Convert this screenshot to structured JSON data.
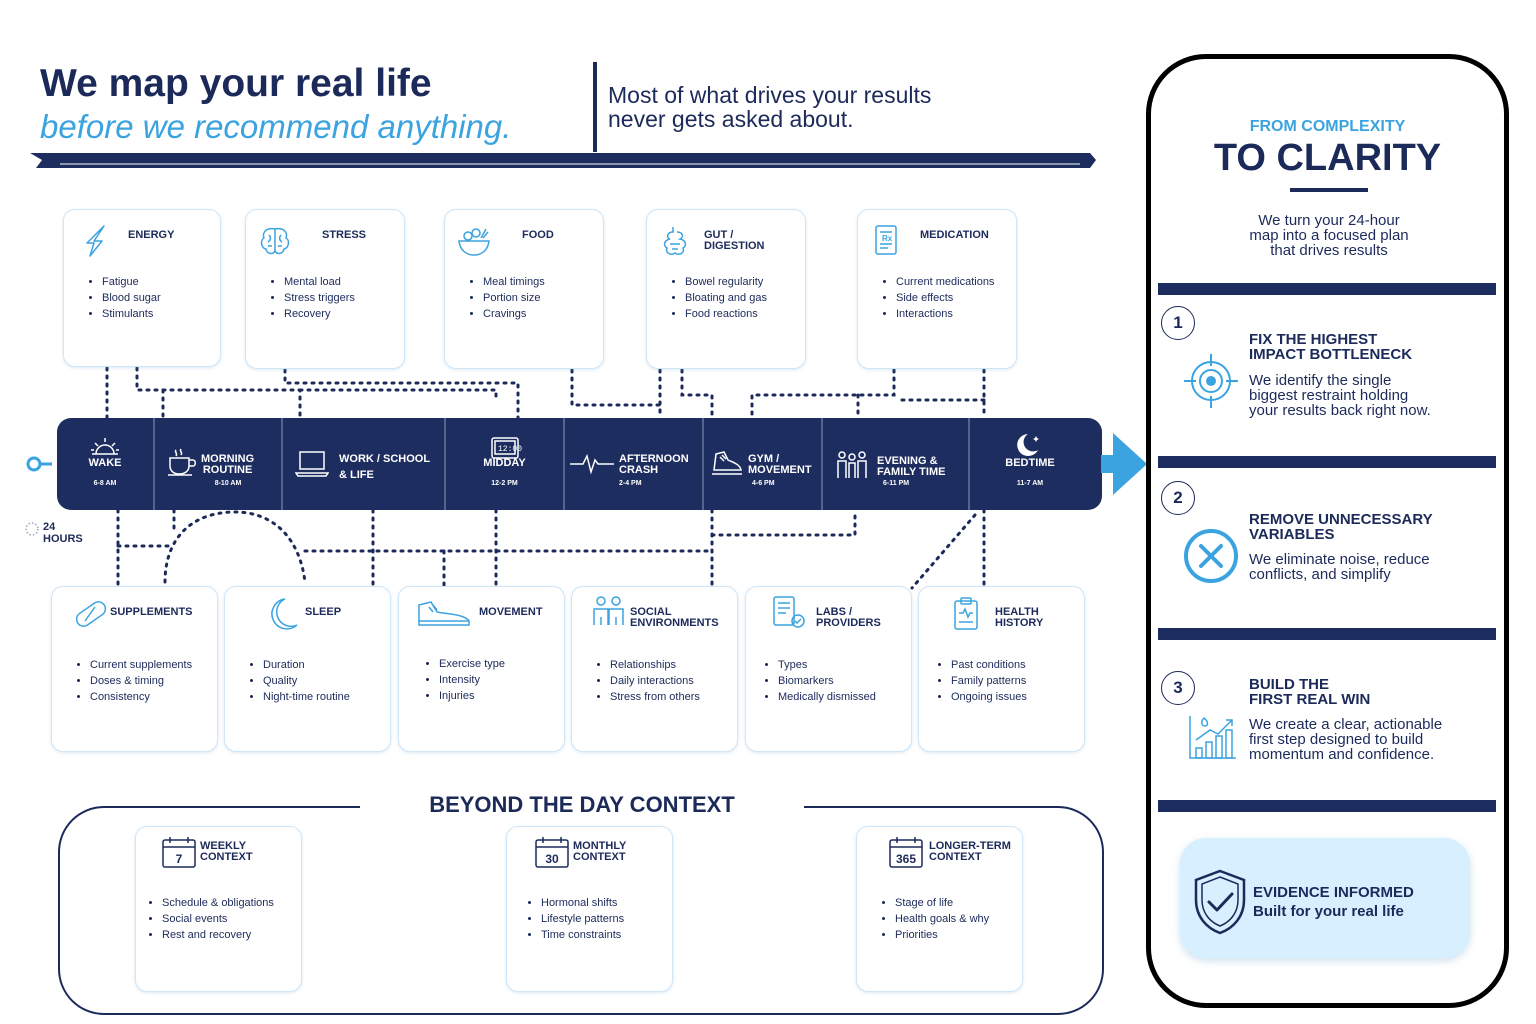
{
  "header": {
    "title": "We map your real life",
    "subtitle": "before we recommend anything.",
    "tagline_line1": "Most of what drives your results",
    "tagline_line2": "never gets asked about."
  },
  "top_cards": [
    {
      "title_line1": "ENERGY",
      "title_line2": "",
      "icon": "lightning-icon",
      "items": [
        "Fatigue",
        "Blood sugar",
        "Stimulants"
      ]
    },
    {
      "title_line1": "STRESS",
      "title_line2": "",
      "icon": "brain-icon",
      "items": [
        "Mental load",
        "Stress triggers",
        "Recovery"
      ]
    },
    {
      "title_line1": "FOOD",
      "title_line2": "",
      "icon": "food-bowl-icon",
      "items": [
        "Meal timings",
        "Portion size",
        "Cravings"
      ]
    },
    {
      "title_line1": "GUT /",
      "title_line2": "DIGESTION",
      "icon": "gut-icon",
      "items": [
        "Bowel regularity",
        "Bloating and gas",
        "Food reactions"
      ]
    },
    {
      "title_line1": "MEDICATION",
      "title_line2": "",
      "icon": "prescription-icon",
      "items": [
        "Current medications",
        "Side effects",
        "Interactions"
      ]
    }
  ],
  "timeline": {
    "segments": [
      {
        "label_line1": "WAKE",
        "label_line2": "",
        "time": "6-8 AM",
        "icon": "sunrise-icon"
      },
      {
        "label_line1": "MORNING",
        "label_line2": "ROUTINE",
        "time": "8-10 AM",
        "icon": "coffee-cup-icon"
      },
      {
        "label_line1": "WORK / SCHOOL",
        "label_line2": "& LIFE",
        "time": "",
        "icon": "laptop-icon"
      },
      {
        "label_line1": "MIDDAY",
        "label_line2": "",
        "time": "12-2 PM",
        "icon": "digital-clock-icon"
      },
      {
        "label_line1": "AFTERNOON",
        "label_line2": "CRASH",
        "time": "2-4 PM",
        "icon": "heartbeat-icon"
      },
      {
        "label_line1": "GYM /",
        "label_line2": "MOVEMENT",
        "time": "4-6 PM",
        "icon": "running-shoe-icon"
      },
      {
        "label_line1": "EVENING &",
        "label_line2": "FAMILY TIME",
        "time": "6-11 PM",
        "icon": "family-icon"
      },
      {
        "label_line1": "BEDTIME",
        "label_line2": "",
        "time": "11-7 AM",
        "icon": "moon-stars-icon"
      }
    ],
    "hours_line1": "24",
    "hours_line2": "HOURS"
  },
  "bottom_cards": [
    {
      "title_line1": "SUPPLEMENTS",
      "title_line2": "",
      "icon": "capsule-icon",
      "items": [
        "Current supplements",
        "Doses & timing",
        "Consistency"
      ]
    },
    {
      "title_line1": "SLEEP",
      "title_line2": "",
      "icon": "crescent-moon-icon",
      "items": [
        "Duration",
        "Quality",
        "Night-time routine"
      ]
    },
    {
      "title_line1": "MOVEMENT",
      "title_line2": "",
      "icon": "sneaker-icon",
      "items": [
        "Exercise type",
        "Intensity",
        "Injuries"
      ]
    },
    {
      "title_line1": "SOCIAL",
      "title_line2": "ENVIRONMENTS",
      "icon": "people-icon",
      "items": [
        "Relationships",
        "Daily interactions",
        "Stress from others"
      ]
    },
    {
      "title_line1": "LABS /",
      "title_line2": "PROVIDERS",
      "icon": "lab-report-icon",
      "items": [
        "Types",
        "Biomarkers",
        "Medically dismissed"
      ]
    },
    {
      "title_line1": "HEALTH",
      "title_line2": "HISTORY",
      "icon": "clipboard-icon",
      "items": [
        "Past conditions",
        "Family patterns",
        "Ongoing issues"
      ]
    }
  ],
  "beyond": {
    "title": "BEYOND THE DAY CONTEXT",
    "cards": [
      {
        "number": "7",
        "title_line1": "WEEKLY",
        "title_line2": "CONTEXT",
        "icon": "calendar-icon",
        "items": [
          "Schedule & obligations",
          "Social events",
          "Rest and recovery"
        ]
      },
      {
        "number": "30",
        "title_line1": "MONTHLY",
        "title_line2": "CONTEXT",
        "icon": "calendar-icon",
        "items": [
          "Hormonal shifts",
          "Lifestyle patterns",
          "Time constraints"
        ]
      },
      {
        "number": "365",
        "title_line1": "LONGER-TERM",
        "title_line2": "CONTEXT",
        "icon": "calendar-icon",
        "items": [
          "Stage of life",
          "Health goals & why",
          "Priorities"
        ]
      }
    ]
  },
  "right_panel": {
    "kicker": "FROM COMPLEXITY",
    "title": "TO CLARITY",
    "intro_line1": "We turn your 24-hour",
    "intro_line2": "map into a focused plan",
    "intro_line3": "that drives results",
    "steps": [
      {
        "number": "1",
        "title_line1": "FIX THE HIGHEST",
        "title_line2": "IMPACT BOTTLENECK",
        "desc_line1": "We identify the single",
        "desc_line2": "biggest restraint holding",
        "desc_line3": "your results back right now.",
        "icon": "target-icon"
      },
      {
        "number": "2",
        "title_line1": "REMOVE UNNECESSARY",
        "title_line2": "VARIABLES",
        "desc_line1": "We eliminate noise, reduce",
        "desc_line2": "conflicts, and simplify",
        "desc_line3": "",
        "icon": "x-circle-icon"
      },
      {
        "number": "3",
        "title_line1": "BUILD THE",
        "title_line2": "FIRST REAL WIN",
        "desc_line1": "We create a clear, actionable",
        "desc_line2": "first step designed to build",
        "desc_line3": "momentum and confidence.",
        "icon": "growth-chart-icon"
      }
    ],
    "badge_line1": "EVIDENCE INFORMED",
    "badge_line2": "Built for your real life",
    "badge_icon": "shield-check-icon"
  },
  "colors": {
    "navy": "#1e2d5f",
    "accent_blue": "#3aa3e0",
    "card_border": "#cfe6f7",
    "badge_bg": "#d8efff"
  }
}
